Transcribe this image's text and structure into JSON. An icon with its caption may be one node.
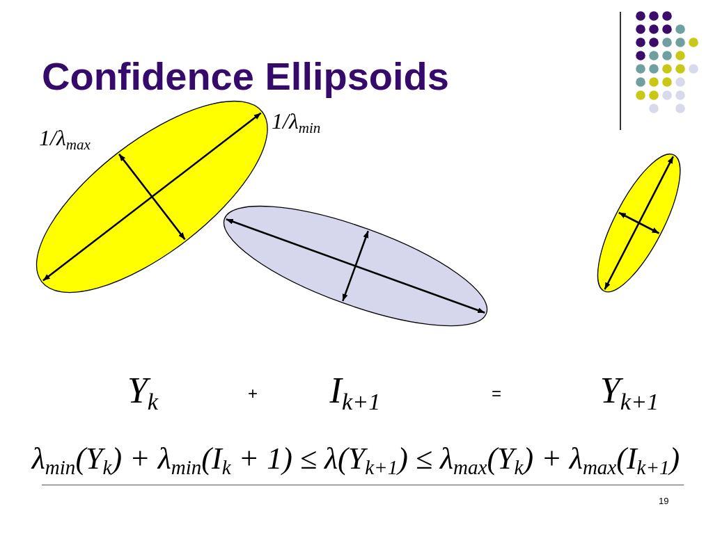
{
  "diagram": {
    "title": "Confidence Ellipsoids",
    "nodes": [
      {
        "text": [],
        "shape": "ellipse",
        "beside": [
          "1/λ$_{max}$",
          "1/λ$_{min}$",
          "Y$_{k}$"
        ]
      },
      {
        "text": [],
        "shape": "ellipse",
        "beside": [
          "I$_{k+1}$"
        ]
      },
      {
        "text": [],
        "shape": "ellipse",
        "beside": [
          "Y$_{k+1}$"
        ]
      }
    ],
    "labels": [
      "+",
      "=",
      "λ$_{min}$(Y$_{k}$) + λ$_{min}$(I$_{k}$ + 1) ≤ λ(Y$_{k+1}$) ≤ λ$_{max}$(Y$_{k}$) + λ$_{max}$(I$_{k+1}$)",
      "19"
    ]
  }
}
